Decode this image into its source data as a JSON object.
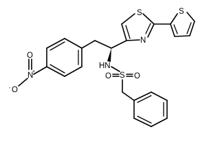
{
  "molecule": {
    "atoms": {
      "nitro_n": "N",
      "nitro_n_charge": "+",
      "nitro_o_top": "O",
      "nitro_o_bottom": "O",
      "nitro_o_charge": "-",
      "amide_nh": "HN",
      "sulfonyl_s": "S",
      "sulfonyl_o_left": "O",
      "sulfonyl_o_right": "O",
      "thiazole_s": "S",
      "thiazole_n": "N",
      "thiophene_s": "S"
    }
  }
}
